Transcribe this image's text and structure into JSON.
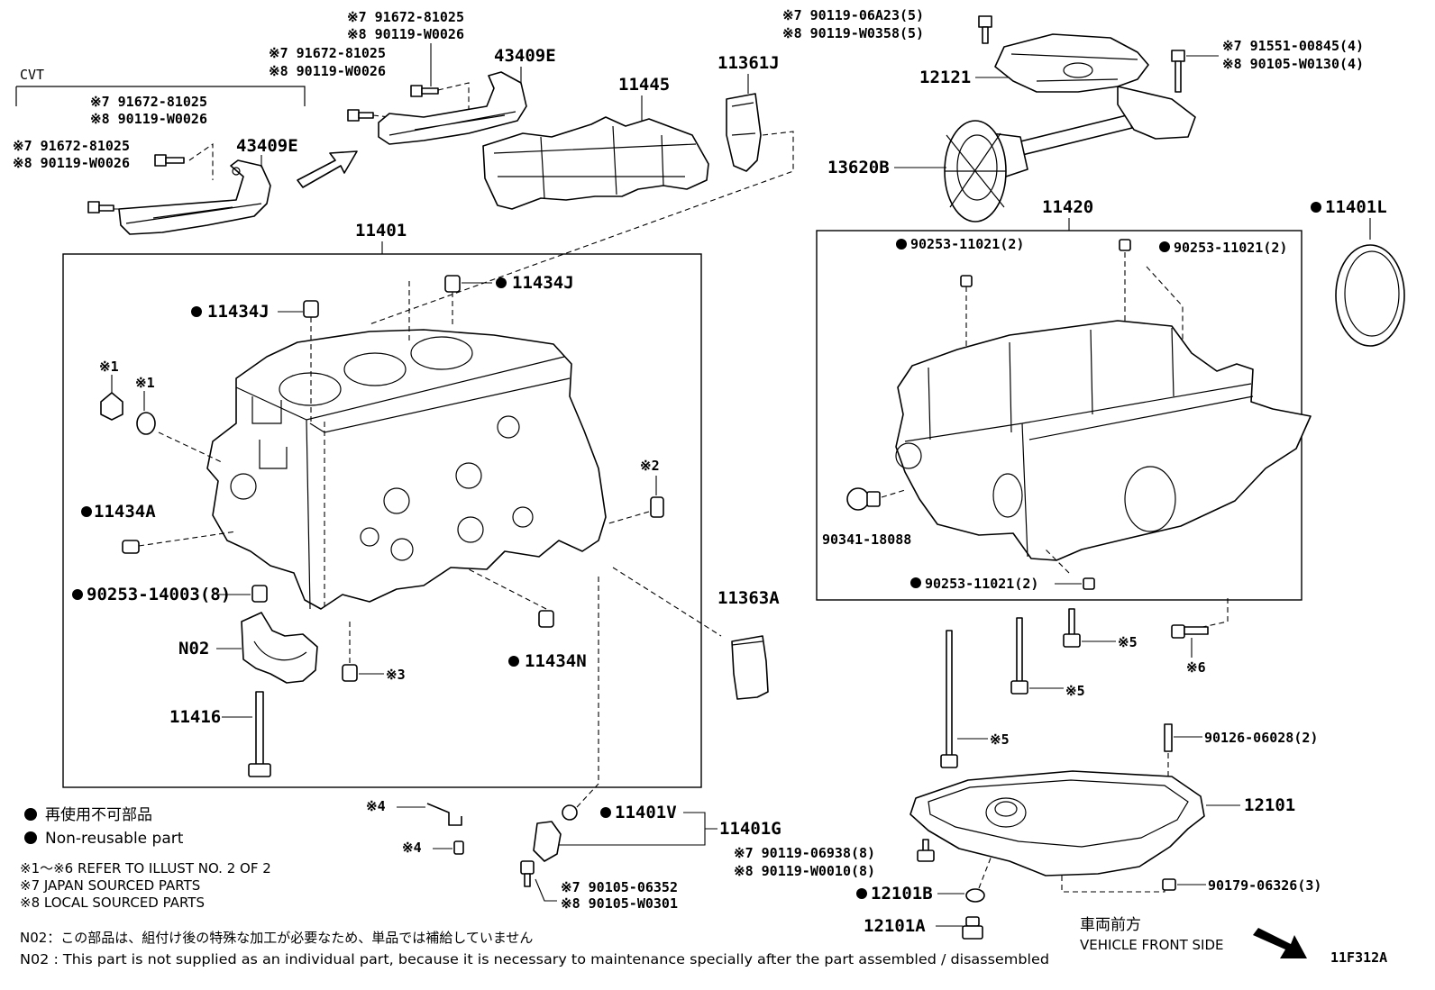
{
  "diagram_id": "11F312A",
  "section_label": "CVT",
  "blocks": {
    "cylinder_block": "11401",
    "oil_pan_upper": "11420"
  },
  "parts": {
    "p43409E_a": "43409E",
    "p43409E_b": "43409E",
    "p11445": "11445",
    "p11361J": "11361J",
    "p12121": "12121",
    "p13620B": "13620B",
    "p11401L": "11401L",
    "p11434J_a": "11434J",
    "p11434J_b": "11434J",
    "p11434A": "11434A",
    "p90253_14003": "90253-14003(8)",
    "pN02": "N02",
    "p11416": "11416",
    "p11434N": "11434N",
    "p11363A": "11363A",
    "p90253_11021_a": "90253-11021(2)",
    "p90253_11021_b": "90253-11021(2)",
    "p90253_11021_c": "90253-11021(2)",
    "p90341": "90341-18088",
    "p90126": "90126-06028(2)",
    "p12101": "12101",
    "p90179": "90179-06326(3)",
    "p12101B": "12101B",
    "p12101A": "12101A",
    "p11401V": "11401V",
    "p11401G": "11401G"
  },
  "refs": {
    "r1a": "※1",
    "r1b": "※1",
    "r2": "※2",
    "r3": "※3",
    "r4a": "※4",
    "r4b": "※4",
    "r5a": "※5",
    "r5b": "※5",
    "r5c": "※5",
    "r6": "※6"
  },
  "sourced": {
    "s1_7": "※7 91672-81025",
    "s1_8": "※8 90119-W0026",
    "s2_7": "※7 91672-81025",
    "s2_8": "※8 90119-W0026",
    "s3_7": "※7 91672-81025",
    "s3_8": "※8 90119-W0026",
    "s4_7": "※7 91672-81025",
    "s4_8": "※8 90119-W0026",
    "s5_7": "※7 90119-06A23(5)",
    "s5_8": "※8 90119-W0358(5)",
    "s6_7": "※7 91551-00845(4)",
    "s6_8": "※8 90105-W0130(4)",
    "s7_7": "※7 90119-06938(8)",
    "s7_8": "※8 90119-W0010(8)",
    "s8_7": "※7 90105-06352",
    "s8_8": "※8 90105-W0301"
  },
  "legend": {
    "non_reusable_jp": "再使用不可部品",
    "non_reusable_en": "Non-reusable part",
    "refer": "※1～※6  REFER TO ILLUST NO. 2 OF 2",
    "japan": "※7  JAPAN SOURCED PARTS",
    "local": "※8  LOCAL SOURCED PARTS",
    "n02_jp": "N02：この部品は、組付け後の特殊な加工が必要なため、単品では補給していません",
    "n02_en": "N02 : This part is not supplied as an individual part, because it is necessary to maintenance specially after the part assembled / disassembled"
  },
  "vehicle_front": {
    "jp": "車両前方",
    "en": "VEHICLE FRONT SIDE"
  }
}
